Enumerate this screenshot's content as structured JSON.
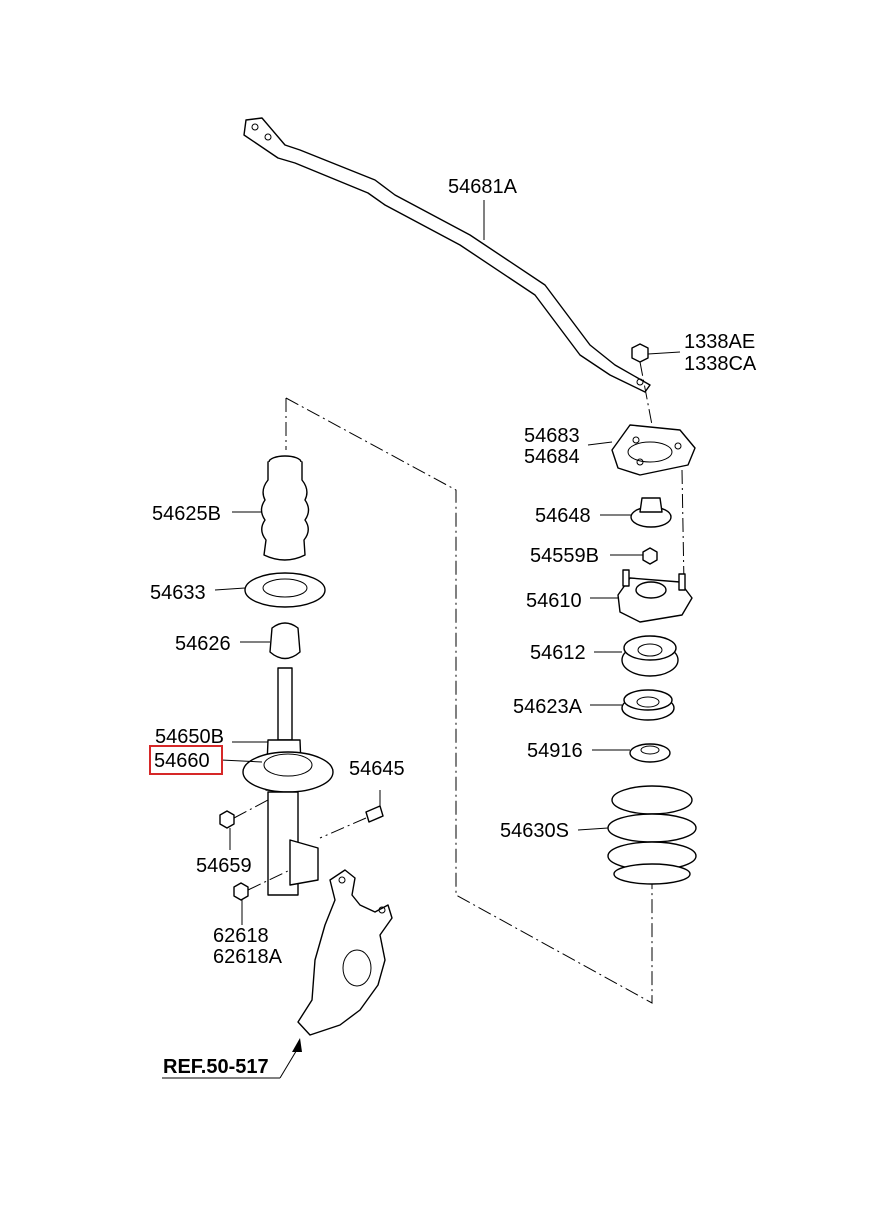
{
  "labels": {
    "stabilizer_bar": "54681A",
    "nut_a": "1338AE",
    "nut_b": "1338CA",
    "mount_bracket_a": "54683",
    "mount_bracket_b": "54684",
    "cap": "54648",
    "lock_nut": "54559B",
    "insulator": "54610",
    "bearing": "54612",
    "spring_seat": "54623A",
    "spring_pad": "54916",
    "coil_spring": "54630S",
    "dust_cover": "54625B",
    "spring_seat_lower": "54633",
    "bumper": "54626",
    "strut_a": "54650B",
    "strut_b": "54660",
    "bolt": "54645",
    "nut_c": "54659",
    "nut_d": "62618",
    "nut_e": "62618A"
  },
  "reference": "REF.50-517",
  "highlight": {
    "part": "54660",
    "color": "#d62828"
  }
}
